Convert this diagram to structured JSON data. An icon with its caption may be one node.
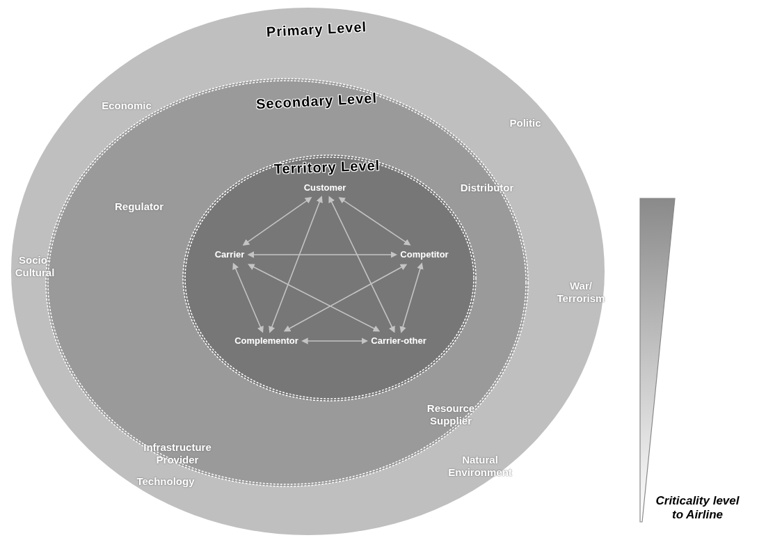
{
  "diagram": {
    "nodes": [
      {
        "text": [
          "Primary Level",
          "Economic",
          "Politic",
          "Socio-Cultural",
          "War/ Terrorism",
          "Technology",
          "Natural Environment"
        ]
      },
      {
        "text": [
          "Secondary Level",
          "Regulator",
          "Distributor",
          "Infrastructure Provider",
          "Resource Supplier"
        ],
        "in": 0
      },
      {
        "text": [
          "Territory Level"
        ],
        "in": 1
      },
      {
        "text": [
          "Customer"
        ],
        "in": 2
      },
      {
        "text": [
          "Carrier"
        ],
        "in": 2
      },
      {
        "text": [
          "Competitor"
        ],
        "in": 2
      },
      {
        "text": [
          "Complementor"
        ],
        "in": 2
      },
      {
        "text": [
          "Carrier-other"
        ],
        "in": 2
      },
      {
        "text": [],
        "shape": "wedge",
        "beside": [
          "Criticality level to Airline"
        ]
      }
    ],
    "edges": [
      {
        "from": 3,
        "to": 4,
        "arrow": "both"
      },
      {
        "from": 3,
        "to": 5,
        "arrow": "both"
      },
      {
        "from": 3,
        "to": 6,
        "arrow": "both"
      },
      {
        "from": 3,
        "to": 7,
        "arrow": "both"
      },
      {
        "from": 4,
        "to": 5,
        "arrow": "both"
      },
      {
        "from": 4,
        "to": 6,
        "arrow": "both"
      },
      {
        "from": 4,
        "to": 7,
        "arrow": "both"
      },
      {
        "from": 5,
        "to": 6,
        "arrow": "both"
      },
      {
        "from": 5,
        "to": 7,
        "arrow": "both"
      },
      {
        "from": 6,
        "to": 7,
        "arrow": "both"
      }
    ]
  }
}
